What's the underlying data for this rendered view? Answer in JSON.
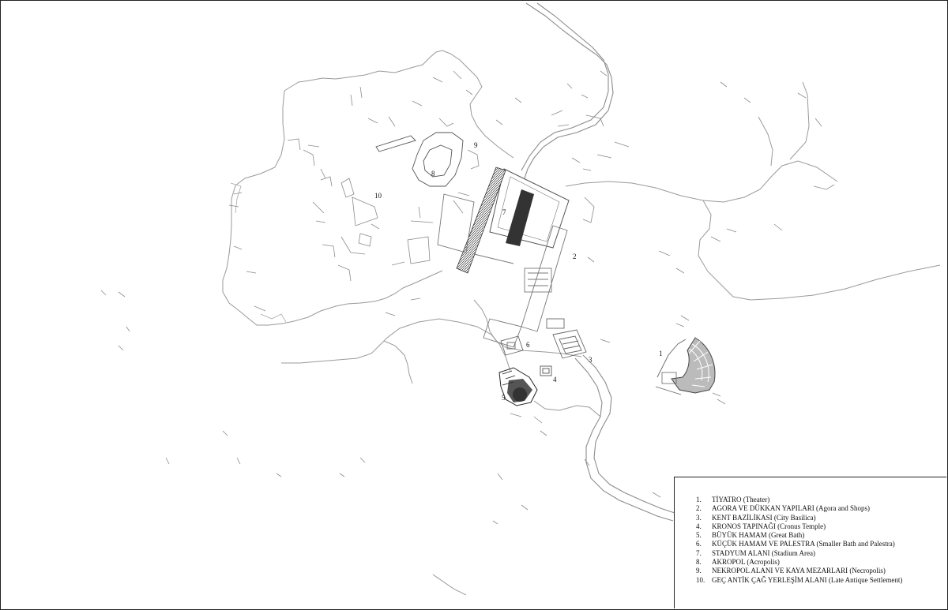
{
  "map_labels": {
    "n1": "1",
    "n2": "2",
    "n3": "3",
    "n4": "4",
    "n5": "5",
    "n6": "6",
    "n7": "7",
    "n8": "8",
    "n9": "9",
    "n10": "10"
  },
  "legend": {
    "items": [
      {
        "num": "1.",
        "label": "TİYATRO (Theater)"
      },
      {
        "num": "2.",
        "label": "AGORA VE DÜKKAN YAPILARI (Agora and Shops)"
      },
      {
        "num": "3.",
        "label": "KENT BAZİLİKASI (City Basilica)"
      },
      {
        "num": "4.",
        "label": "KRONOS TAPINAĞI (Cronus Temple)"
      },
      {
        "num": "5.",
        "label": "BÜYÜK HAMAM (Great Bath)"
      },
      {
        "num": "6.",
        "label": "KÜÇÜK HAMAM VE PALESTRA (Smaller Bath and Palestra)"
      },
      {
        "num": "7.",
        "label": "STADYUM ALANI (Stadium Area)"
      },
      {
        "num": "8.",
        "label": "AKROPOL (Acropolis)"
      },
      {
        "num": "9.",
        "label": "NEKROPOL ALANI VE KAYA MEZARLARI (Necropolis)"
      },
      {
        "num": "10.",
        "label": "GEÇ ANTİK ÇAĞ YERLEŞİM ALANI (Late Antique Settlement)"
      }
    ]
  },
  "colors": {
    "line": "#8c8c8c",
    "dark": "#222222",
    "hatch": "#555555"
  }
}
